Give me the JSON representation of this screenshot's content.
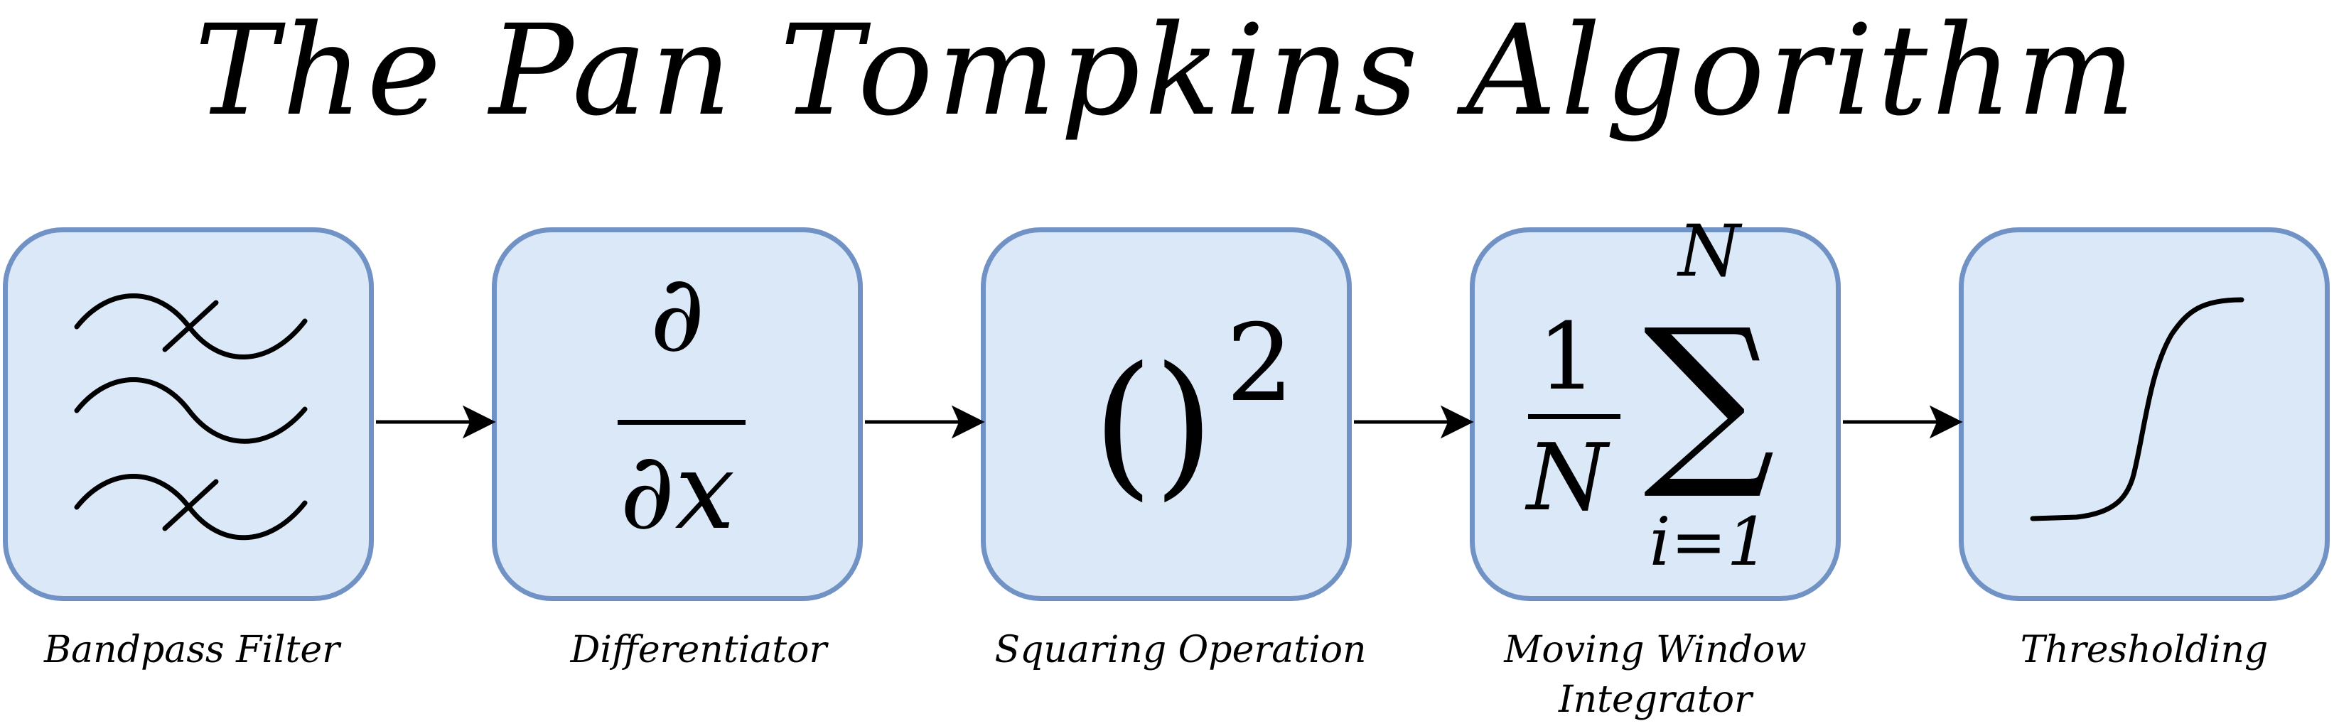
{
  "title": "The Pan Tompkins Algorithm",
  "stages": [
    {
      "label": "Bandpass Filter"
    },
    {
      "label": "Differentiator",
      "math": {
        "numerator": "∂",
        "denominator": "∂x"
      }
    },
    {
      "label": "Squaring Operation",
      "math": {
        "base": "()",
        "exponent": "2"
      }
    },
    {
      "label_line1": "Moving Window",
      "label_line2": "Integrator",
      "math": {
        "numerator": "1",
        "denominator": "N",
        "operator": "∑",
        "upper": "N",
        "lower": "i=1"
      }
    },
    {
      "label": "Thresholding"
    }
  ],
  "colors": {
    "box_fill": "#dae8f8",
    "box_border": "#7092c4",
    "stroke": "#000000"
  },
  "icons": [
    "bandpass-filter-icon",
    "sigmoid-threshold-icon"
  ]
}
